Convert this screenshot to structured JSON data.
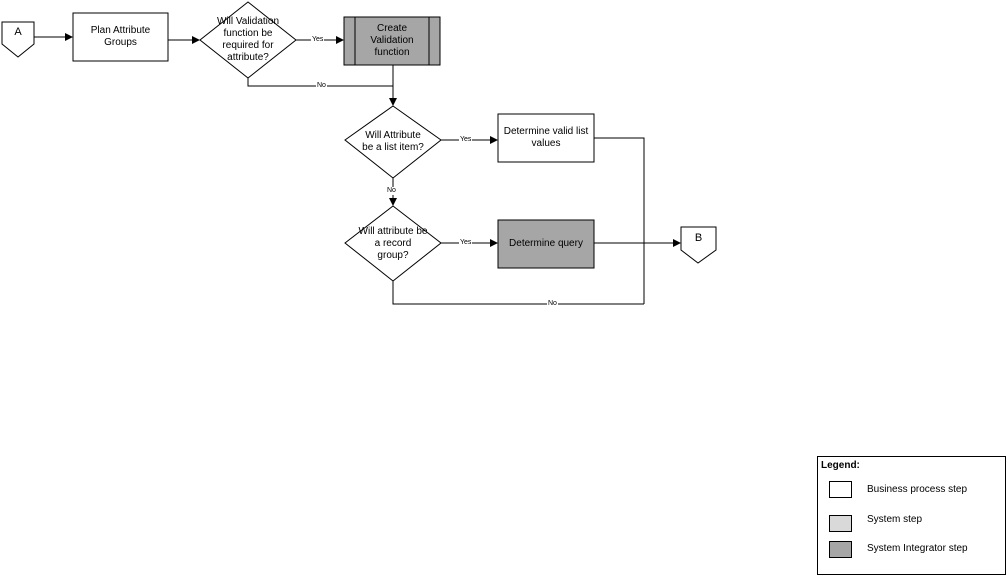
{
  "nodes": {
    "connector_a": "A",
    "plan_attribute_groups": "Plan Attribute\nGroups",
    "validation_decision": "Will Validation\nfunction be\nrequired for\nattribute?",
    "create_validation_function": "Create\nValidation\nfunction",
    "list_item_decision": "Will Attribute\nbe a list item?",
    "determine_valid_list_values": "Determine valid list\nvalues",
    "record_group_decision": "Will attribute be\na record\ngroup?",
    "determine_query": "Determine query",
    "connector_b": "B"
  },
  "edges": {
    "validation_yes": "Yes",
    "validation_no": "No",
    "list_yes": "Yes",
    "list_no": "No",
    "record_yes": "Yes",
    "record_no": "No"
  },
  "legend": {
    "title": "Legend:",
    "business_step": "Business process step",
    "system_step": "System step",
    "integrator_step": "System Integrator step"
  },
  "colors": {
    "integrator_fill": "#a6a6a6",
    "system_fill": "#d9d9d9",
    "business_fill": "#ffffff",
    "line": "#000000"
  }
}
